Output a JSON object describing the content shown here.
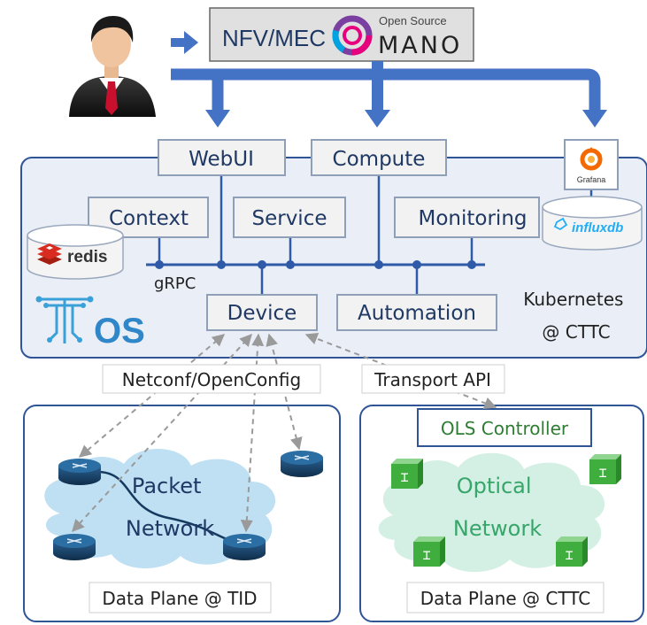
{
  "mano": {
    "prefix": "NFV/MEC",
    "small": "Open Source",
    "big": "MANO"
  },
  "modules": {
    "webui": "WebUI",
    "compute": "Compute",
    "context": "Context",
    "service": "Service",
    "monitoring": "Monitoring",
    "device": "Device",
    "automation": "Automation"
  },
  "grpc": "gRPC",
  "grafana": "Grafana",
  "redis": "redis",
  "influxdb": "influxdb",
  "tfs_logo_text": "OS",
  "kubernetes": {
    "line1": "Kubernetes",
    "line2": "@ CTTC"
  },
  "protocols": {
    "netconf": "Netconf/OpenConfig",
    "tapi": "Transport API"
  },
  "ols": "OLS Controller",
  "packet_net": {
    "line1": "Packet",
    "line2": "Network"
  },
  "optical_net": {
    "line1": "Optical",
    "line2": "Network"
  },
  "dataplanes": {
    "tid": "Data Plane @ TID",
    "cttc": "Data Plane @ CTTC"
  },
  "colors": {
    "frame": "#2f5597",
    "tfs_bg": "#eaeef7",
    "box_border": "#8f9fb7",
    "arrow": "#4472c4",
    "bus": "#2e5aa8",
    "text": "#1f3864",
    "cloud": "#bfe0f3",
    "cloud_green": "#d4efe4",
    "optical_text": "#36a66a",
    "ols_text": "#2e7d32",
    "router": "#163a5f",
    "oxc": "#3fae3f"
  }
}
